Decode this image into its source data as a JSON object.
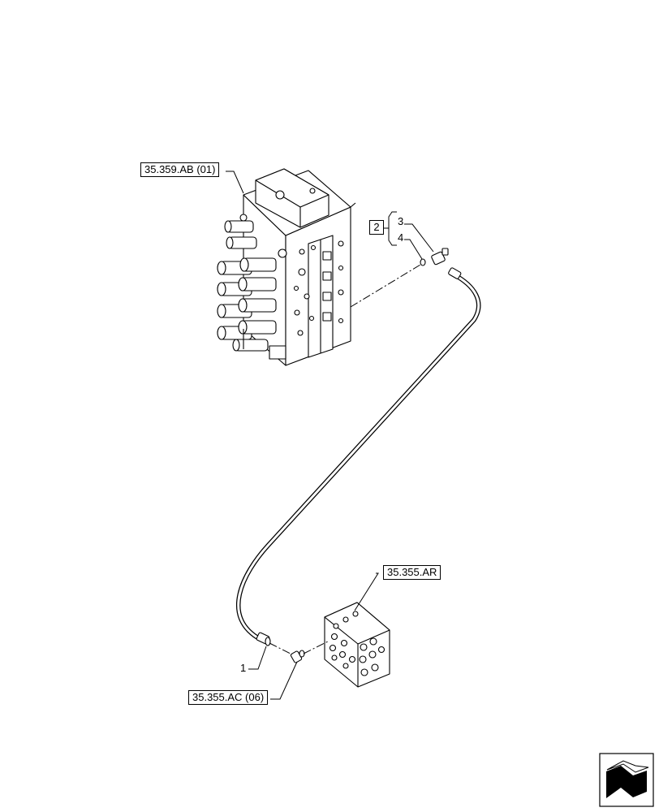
{
  "references": {
    "valve_ref": "35.359.AB (01)",
    "manifold_ref": "35.355.AR",
    "fitting_ref": "35.355.AC (06)"
  },
  "callouts": {
    "kit": "2",
    "item3": "3",
    "item4": "4",
    "item1": "1"
  },
  "icons": {
    "nav": "back-arrow-icon"
  }
}
